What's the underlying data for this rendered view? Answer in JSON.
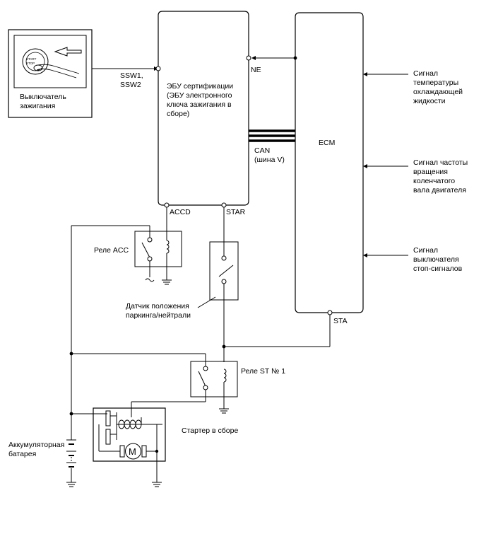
{
  "ignition_switch": {
    "label_line1": "Выключатель",
    "label_line2": "зажигания",
    "button_text_1": "START",
    "button_text_2": "STOP"
  },
  "certification_ecu": {
    "label_line1": "ЭБУ сертификации",
    "label_line2": "(ЭБУ электронного",
    "label_line3": "ключа зажигания в",
    "label_line4": "сборе)",
    "pin_ne": "NE",
    "pin_accd": "ACCD",
    "pin_star": "STAR"
  },
  "ssw": {
    "line1": "SSW1,",
    "line2": "SSW2"
  },
  "can_bus": {
    "line1": "CAN",
    "line2": "(шина V)"
  },
  "ecm": {
    "label": "ECM",
    "pin_sta": "STA"
  },
  "signals": {
    "coolant": [
      "Сигнал",
      "температуры",
      "охлаждающей",
      "жидкости"
    ],
    "crankshaft": [
      "Сигнал частоты",
      "вращения",
      "коленчатого",
      "вала двигателя"
    ],
    "stop_lamp": [
      "Сигнал",
      "выключателя",
      "стоп-сигналов"
    ]
  },
  "acc_relay": {
    "label": "Реле ACC"
  },
  "park_neutral_switch": {
    "line1": "Датчик положения",
    "line2": "паркинга/нейтрали"
  },
  "st_relay": {
    "label": "Реле ST № 1"
  },
  "starter": {
    "label": "Стартер в сборе",
    "motor_symbol": "M"
  },
  "battery": {
    "line1": "Аккумуляторная",
    "line2": "батарея"
  }
}
